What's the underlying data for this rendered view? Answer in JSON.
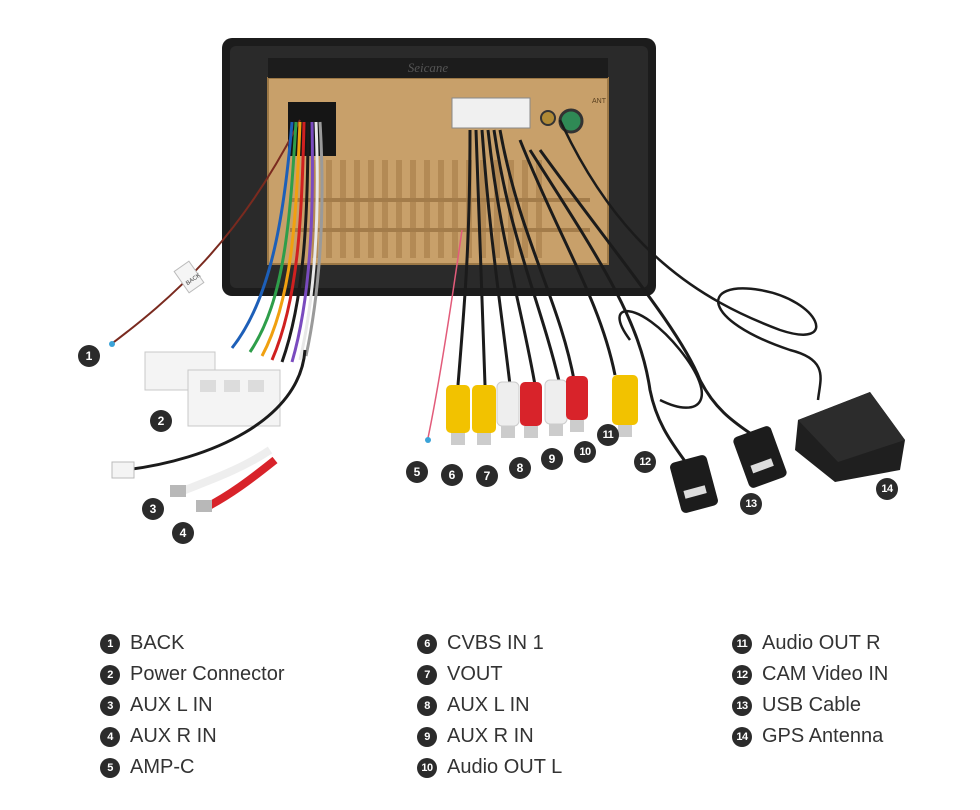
{
  "brand": "Seicane",
  "unit_labels": {
    "ant": "ANT",
    "back_tag": "BACK"
  },
  "callouts": [
    {
      "id": 1,
      "text": "1"
    },
    {
      "id": 2,
      "text": "2"
    },
    {
      "id": 3,
      "text": "3"
    },
    {
      "id": 4,
      "text": "4"
    },
    {
      "id": 5,
      "text": "5"
    },
    {
      "id": 6,
      "text": "6"
    },
    {
      "id": 7,
      "text": "7"
    },
    {
      "id": 8,
      "text": "8"
    },
    {
      "id": 9,
      "text": "9"
    },
    {
      "id": 10,
      "text": "10"
    },
    {
      "id": 11,
      "text": "11"
    },
    {
      "id": 12,
      "text": "12"
    },
    {
      "id": 13,
      "text": "13"
    },
    {
      "id": 14,
      "text": "14"
    }
  ],
  "legend": [
    {
      "num": "1",
      "label": "BACK"
    },
    {
      "num": "2",
      "label": "Power Connector"
    },
    {
      "num": "3",
      "label": "AUX L IN"
    },
    {
      "num": "4",
      "label": "AUX R IN"
    },
    {
      "num": "5",
      "label": "AMP-C"
    },
    {
      "num": "6",
      "label": "CVBS IN 1"
    },
    {
      "num": "7",
      "label": "VOUT"
    },
    {
      "num": "8",
      "label": "AUX L IN"
    },
    {
      "num": "9",
      "label": "AUX R IN"
    },
    {
      "num": "10",
      "label": "Audio OUT L"
    },
    {
      "num": "11",
      "label": "Audio OUT R"
    },
    {
      "num": "12",
      "label": "CAM Video IN"
    },
    {
      "num": "13",
      "label": "USB Cable"
    },
    {
      "num": "14",
      "label": "GPS Antenna"
    }
  ],
  "colors": {
    "body": "#c8a06a",
    "frame": "#1c1c1c",
    "yellow": "#f2c200",
    "red": "#d8232a",
    "white": "#eeeeee"
  }
}
